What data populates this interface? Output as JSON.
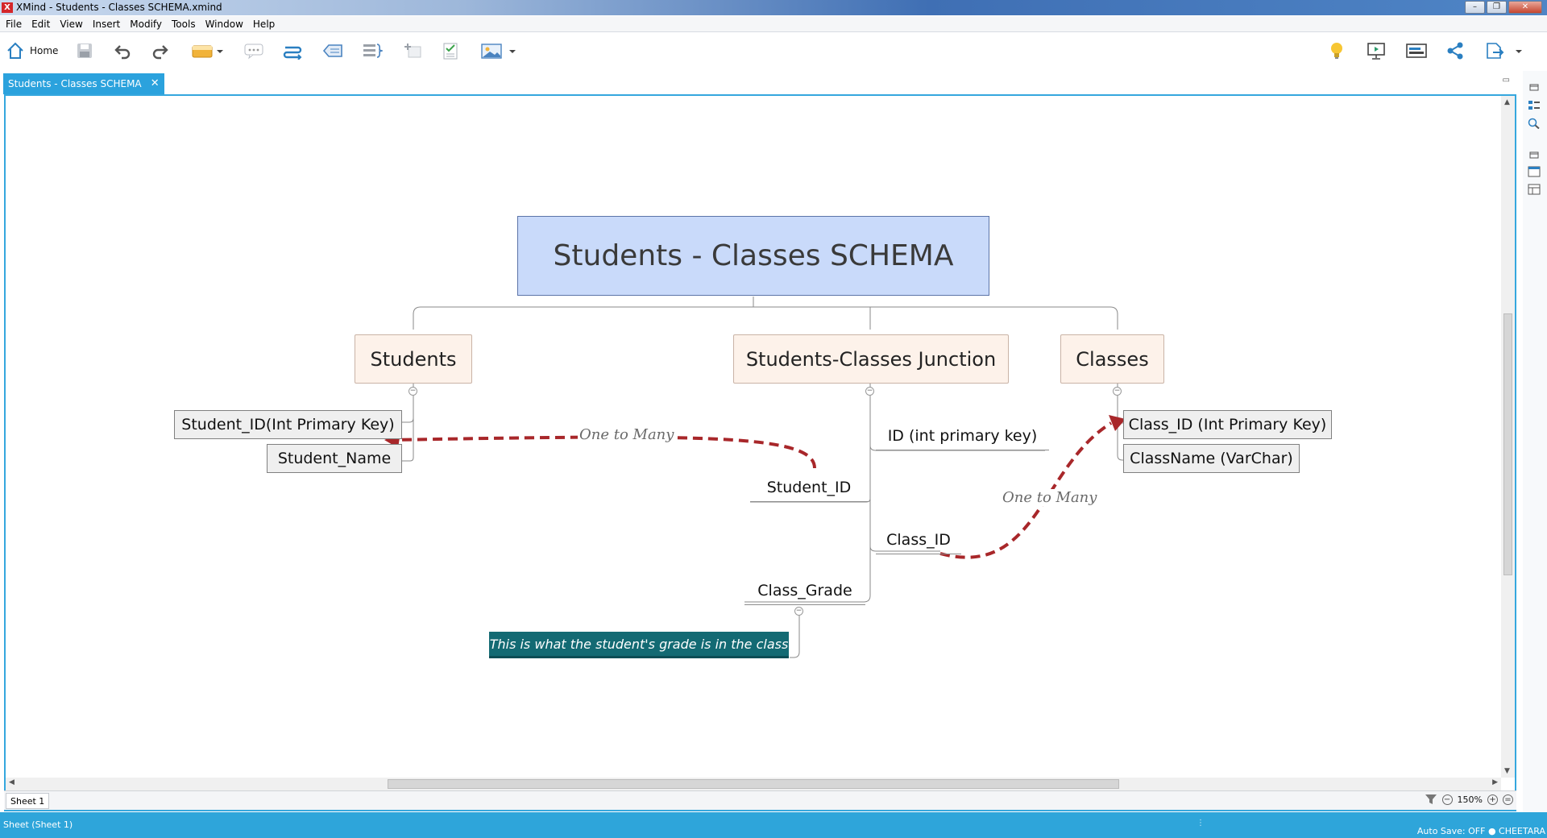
{
  "window": {
    "title": "XMind - Students - Classes SCHEMA.xmind",
    "app_logo": "X",
    "buttons": [
      "–",
      "❐",
      "✕"
    ]
  },
  "menu": [
    "File",
    "Edit",
    "View",
    "Insert",
    "Modify",
    "Tools",
    "Window",
    "Help"
  ],
  "toolbar": {
    "home_label": "Home",
    "icons": [
      "home-icon",
      "save-icon",
      "undo-icon",
      "redo-icon",
      "topic-icon",
      "callout-icon",
      "relationship-icon",
      "boundary-icon",
      "summary-icon",
      "add-marker-icon",
      "task-icon",
      "image-icon",
      "lightbulb-icon",
      "presentation-icon",
      "outline-icon",
      "share-icon",
      "export-icon"
    ]
  },
  "tab": {
    "label": "Students - Classes SCHEMA",
    "close": "✕"
  },
  "map": {
    "root": "Students - Classes SCHEMA",
    "topics": {
      "students": "Students",
      "junction": "Students-Classes Junction",
      "classes": "Classes"
    },
    "students_children": [
      "Student_ID(Int Primary Key)",
      "Student_Name"
    ],
    "junction_children": [
      "ID (int primary key)",
      "Student_ID",
      "Class_ID",
      "Class_Grade"
    ],
    "classes_children": [
      "Class_ID (Int Primary Key)",
      "ClassName (VarChar)"
    ],
    "callout": "This is what the student's grade is in the class",
    "relationships": [
      "One to Many",
      "One to Many"
    ],
    "collapse_symbol": "−"
  },
  "sheet": {
    "tab": "Sheet 1",
    "zoom": "150%",
    "zoom_out": "−",
    "zoom_in": "+",
    "zoom_reset": "="
  },
  "status": {
    "left": "Sheet (Sheet 1)",
    "right": "Auto Save: OFF ● CHEETARA"
  },
  "colors": {
    "accent": "#2ba2dd",
    "root_fill": "#c9dafa",
    "topic_fill": "#fdf2ea",
    "callout_fill": "#136a73",
    "relationship": "#a8272a"
  }
}
